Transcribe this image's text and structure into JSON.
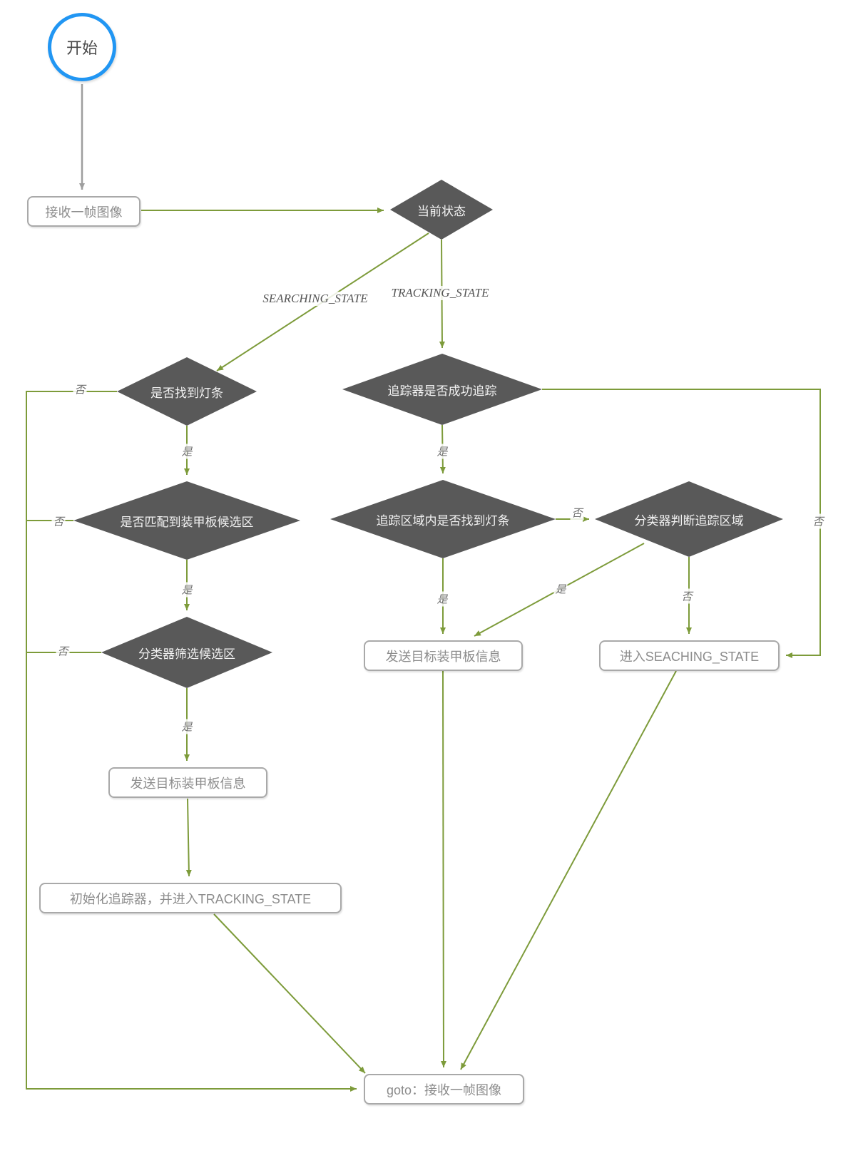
{
  "nodes": {
    "start": {
      "label": "开始"
    },
    "receive_frame": {
      "label": "接收一帧图像"
    },
    "current_state": {
      "label": "当前状态"
    },
    "found_lightbar": {
      "label": "是否找到灯条"
    },
    "tracker_success": {
      "label": "追踪器是否成功追踪"
    },
    "match_armor": {
      "label": "是否匹配到装甲板候选区"
    },
    "tracking_area_lightbar": {
      "label": "追踪区域内是否找到灯条"
    },
    "classifier_judge": {
      "label": "分类器判断追踪区域"
    },
    "classifier_filter": {
      "label": "分类器筛选候选区"
    },
    "send_armor_info_left": {
      "label": "发送目标装甲板信息"
    },
    "send_armor_info_right": {
      "label": "发送目标装甲板信息"
    },
    "enter_searching": {
      "label": "进入SEACHING_STATE"
    },
    "init_tracker": {
      "label": "初始化追踪器，并进入TRACKING_STATE"
    },
    "goto_receive": {
      "label": "goto：接收一帧图像"
    }
  },
  "edge_labels": {
    "searching_state": "SEARCHING_STATE",
    "tracking_state": "TRACKING_STATE",
    "yes": "是",
    "no": "否"
  },
  "colors": {
    "edge_green": "#7d9b3a",
    "edge_gray": "#9e9e9e",
    "diamond_fill": "#595959",
    "diamond_text": "#f2f2f2",
    "box_border": "#a9a9a9",
    "box_text": "#8c8c8c",
    "start_border": "#2196f3",
    "label_text": "#6f6f6f"
  }
}
